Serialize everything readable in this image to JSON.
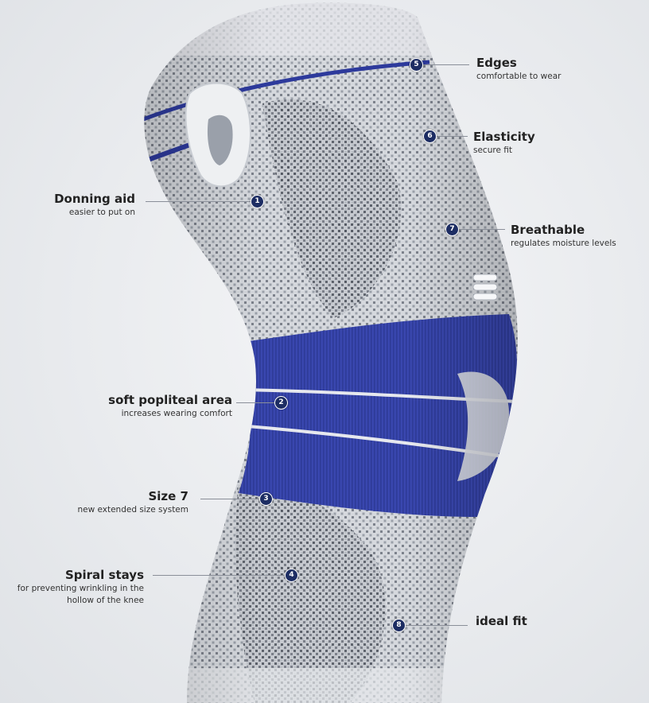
{
  "colors": {
    "brace_grey": "#c9ccd2",
    "brace_blue": "#2f3c9e",
    "marker_navy": "#1d2d63"
  },
  "features": [
    {
      "num": "1",
      "title": "Donning aid",
      "sub": "easier to put on"
    },
    {
      "num": "2",
      "title": "soft popliteal area",
      "sub": "increases wearing comfort"
    },
    {
      "num": "3",
      "title": "Size 7",
      "sub": "new extended size system"
    },
    {
      "num": "4",
      "title": "Spiral stays",
      "sub": "for preventing wrinkling in the hollow of the knee"
    },
    {
      "num": "5",
      "title": "Edges",
      "sub": "comfortable to wear"
    },
    {
      "num": "6",
      "title": "Elasticity",
      "sub": "secure fit"
    },
    {
      "num": "7",
      "title": "Breathable",
      "sub": "regulates moisture levels"
    },
    {
      "num": "8",
      "title": "ideal fit",
      "sub": ""
    }
  ]
}
